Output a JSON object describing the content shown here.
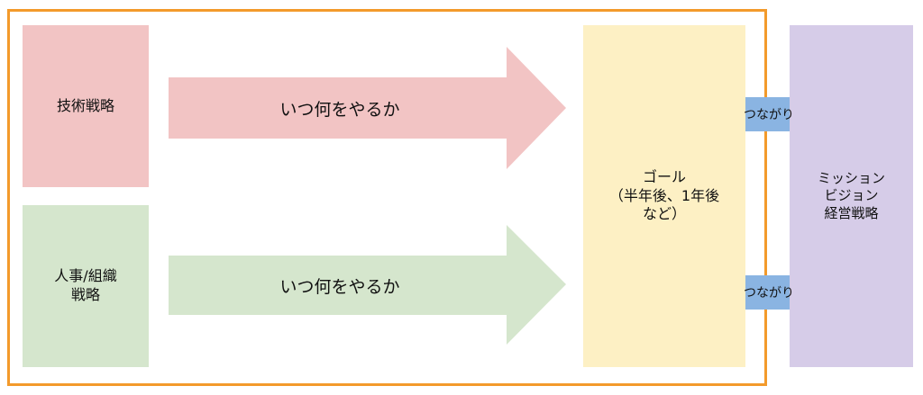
{
  "boxes": {
    "tech_strategy": "技術戦略",
    "hr_strategy": "人事/組織\n戦略",
    "goal": "ゴール\n（半年後、1年後\nなど）",
    "mission": "ミッション\nビジョン\n経営戦略"
  },
  "arrows": {
    "tech_arrow_label": "いつ何をやるか",
    "hr_arrow_label": "いつ何をやるか",
    "link_top_label": "つながり",
    "link_bottom_label": "つながり"
  },
  "colors": {
    "frame": "#f39a2b",
    "tech": "#f2c4c4",
    "hr": "#d5e6cd",
    "goal": "#fdf0c4",
    "mission": "#d6cce8",
    "link": "#8ab4e2"
  }
}
